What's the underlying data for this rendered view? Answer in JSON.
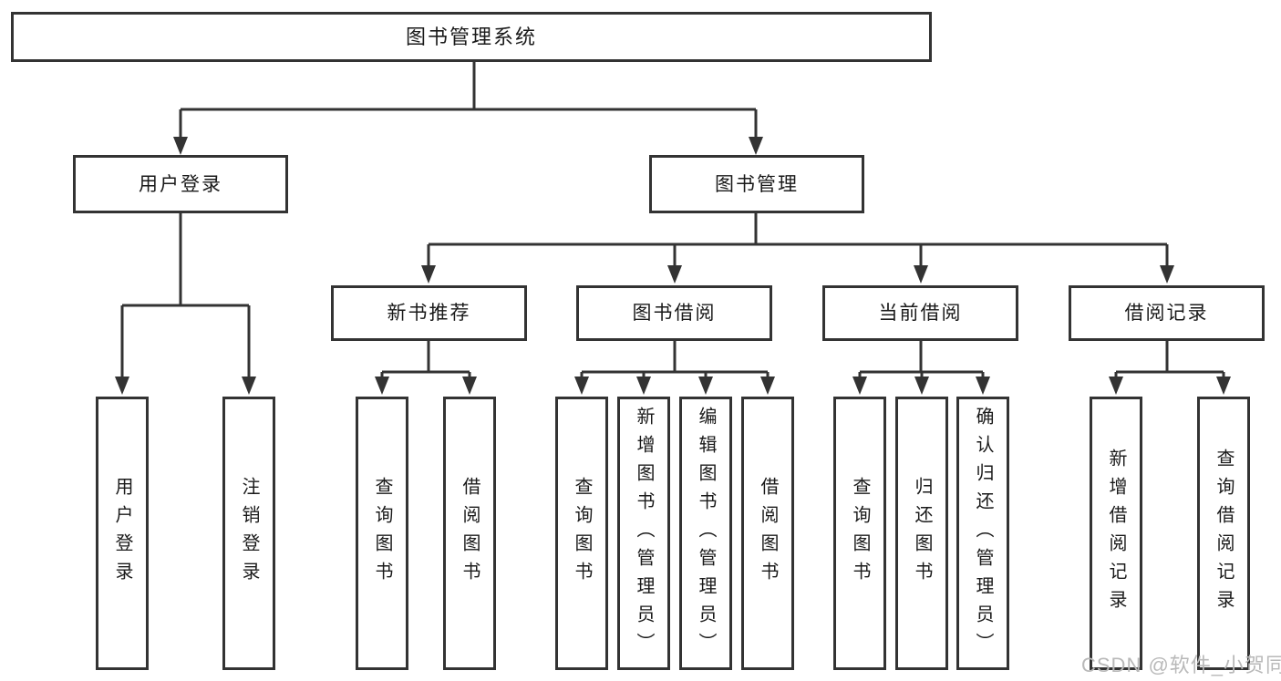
{
  "tree": {
    "root": {
      "label": "图书管理系统",
      "children": [
        {
          "label": "用户登录",
          "children": [
            {
              "label": "用户登录"
            },
            {
              "label": "注销登录"
            }
          ]
        },
        {
          "label": "图书管理",
          "children": [
            {
              "label": "新书推荐",
              "children": [
                {
                  "label": "查询图书"
                },
                {
                  "label": "借阅图书"
                }
              ]
            },
            {
              "label": "图书借阅",
              "children": [
                {
                  "label": "查询图书"
                },
                {
                  "label": "新增图书（管理员）"
                },
                {
                  "label": "编辑图书（管理员）"
                },
                {
                  "label": "借阅图书"
                }
              ]
            },
            {
              "label": "当前借阅",
              "children": [
                {
                  "label": "查询图书"
                },
                {
                  "label": "归还图书"
                },
                {
                  "label": "确认归还（管理员）"
                }
              ]
            },
            {
              "label": "借阅记录",
              "children": [
                {
                  "label": "新增借阅记录"
                },
                {
                  "label": "查询借阅记录"
                }
              ]
            }
          ]
        }
      ]
    }
  },
  "watermark": {
    "text": "CSDN @软件_小贺同学"
  },
  "colors": {
    "line": "#333333",
    "border": "#333333",
    "text": "#1a1a1a",
    "watermark": "#b9b9b9",
    "background": "#ffffff"
  }
}
